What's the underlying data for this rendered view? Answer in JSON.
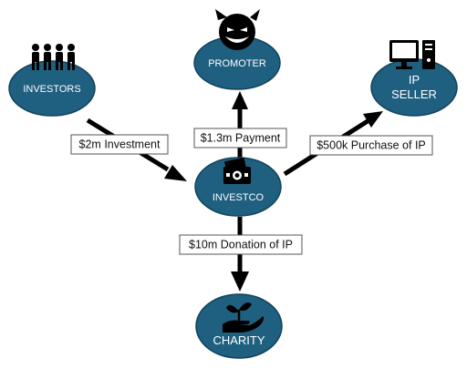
{
  "nodes": {
    "investors": {
      "label": "INVESTORS",
      "icon": "people-group-icon"
    },
    "promoter": {
      "label": "PROMOTER",
      "icon": "devil-face-icon"
    },
    "ip_seller": {
      "label_line1": "IP",
      "label_line2": "SELLER",
      "icon": "desktop-computer-icon"
    },
    "investco": {
      "label": "INVESTCO",
      "icon": "money-icon"
    },
    "charity": {
      "label": "CHARITY",
      "icon": "hand-plant-icon"
    }
  },
  "edges": {
    "investment": {
      "label": "$2m Investment"
    },
    "payment": {
      "label": "$1.3m Payment"
    },
    "purchase": {
      "label": "$500k Purchase of IP"
    },
    "donation": {
      "label": "$10m Donation of IP"
    }
  },
  "colors": {
    "node_fill": "#1f5f80",
    "node_text": "#ffffff",
    "arrow": "#000000"
  }
}
